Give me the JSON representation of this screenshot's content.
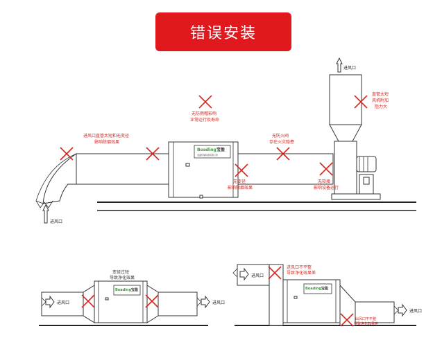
{
  "title": "错误安装",
  "colors": {
    "banner": "#e0191f",
    "error_mark": "#d7261f",
    "brand_green": "#3a9a3a"
  },
  "labels": {
    "inlet": "进风口",
    "brand": "Boading",
    "brand_cn": "宝盈",
    "brand_sub": "宝盈环保科技有限公司"
  },
  "notes": {
    "inlet_pipe": [
      "进风口直管太短和无变径",
      "影响除烟效果"
    ],
    "no_rain": [
      "无防雨帽影响",
      "正常运行及寿命"
    ],
    "no_firestop": [
      "无防火阀",
      "存在火灾隐患"
    ],
    "stack_short": [
      "直管太短",
      "风机附加",
      "阻力大"
    ],
    "no_reducer": [
      "无变径",
      "影响除烟效果"
    ],
    "no_soft": [
      "无软接",
      "影响设备运行"
    ],
    "reducer_short": [
      "变径过短",
      "导致净化效果"
    ],
    "inlet_uneven": [
      "进风口不平整",
      "导致净化效果差"
    ],
    "outlet_uneven": [
      "出风口不平整",
      "导致净化效果差"
    ]
  }
}
